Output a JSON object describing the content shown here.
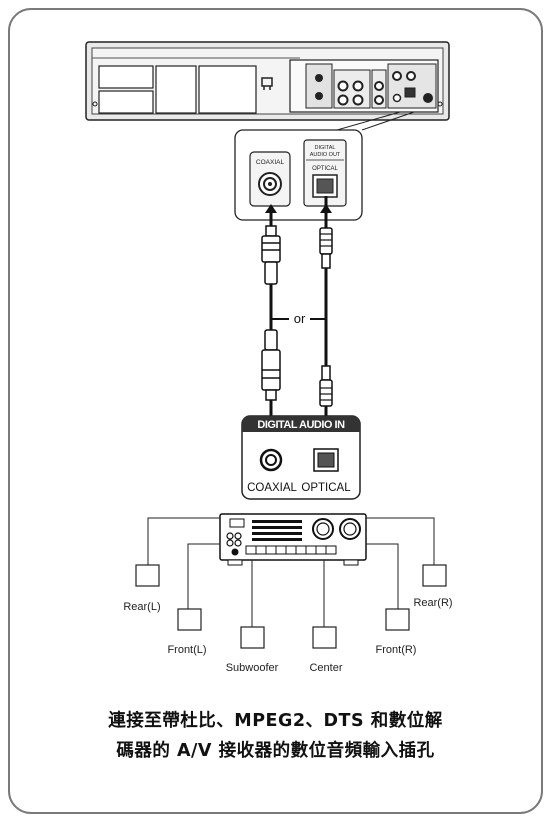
{
  "player": {
    "port_label_coaxial": "COAXIAL",
    "port_label_digital_audio_out": [
      "DIGITAL",
      "AUDIO OUT"
    ],
    "port_label_optical": "OPTICAL"
  },
  "cable_option_label": "or",
  "receiver_input": {
    "header": "DIGITAL AUDIO IN",
    "coaxial_label": "COAXIAL",
    "optical_label": "OPTICAL"
  },
  "speakers": {
    "rear_left": "Rear(L)",
    "front_left": "Front(L)",
    "subwoofer": "Subwoofer",
    "center": "Center",
    "front_right": "Front(R)",
    "rear_right": "Rear(R)"
  },
  "caption": {
    "line1": "連接至帶杜比、MPEG2、DTS 和數位解",
    "line2": "碼器的 A/V 接收器的數位音頻輸入插孔"
  },
  "colors": {
    "frame": "#7a7a7a",
    "line": "#222222",
    "panel_fill": "#f2f2f2",
    "dark_fill": "#333333"
  }
}
